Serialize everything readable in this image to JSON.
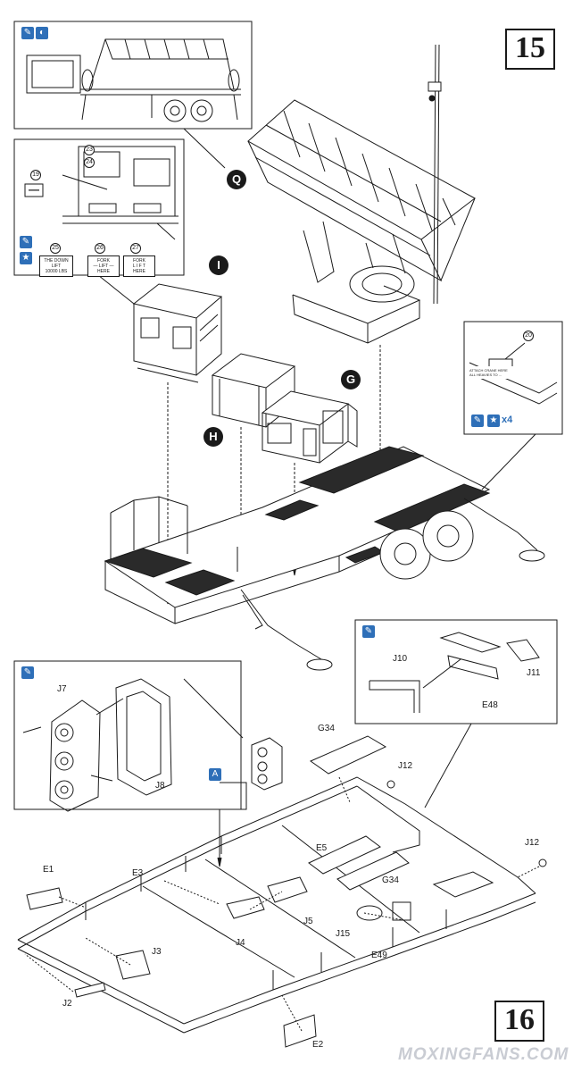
{
  "steps": {
    "step_15": "15",
    "step_16": "16"
  },
  "part_callouts": {
    "Q": "Q",
    "I": "I",
    "H": "H",
    "G": "G"
  },
  "decals": {
    "d19": "19",
    "d20": "20",
    "d23": "23",
    "d24": "24",
    "d25": "25",
    "d26": "26",
    "d27": "27"
  },
  "stencils": {
    "s25": "THE DOWN\nLIFT\n10000 LBS",
    "s26": "FORK\n— LIFT —\nHERE",
    "s27": "FORK\nL I F T\nHERE",
    "s20": "ATTACH CRANE HERE\nALL HEAVIES TO ..."
  },
  "minus_symbol": "—",
  "paint_icons": {
    "count_label": "x4"
  },
  "labels": {
    "J7": "J7",
    "J8": "J8",
    "J10": "J10",
    "J11": "J11",
    "E48": "E48",
    "G34a": "G34",
    "G34b": "G34",
    "J12a": "J12",
    "J12b": "J12",
    "E5": "E5",
    "E1": "E1",
    "E3": "E3",
    "J5": "J5",
    "J4": "J4",
    "J3": "J3",
    "J15": "J15",
    "E49": "E49",
    "J2": "J2",
    "E2": "E2"
  },
  "watermark": "MOXINGFANS.COM",
  "colors": {
    "line": "#1a1a1a",
    "icon_blue": "#2e6fb8",
    "deck": "#2a2a2a"
  }
}
